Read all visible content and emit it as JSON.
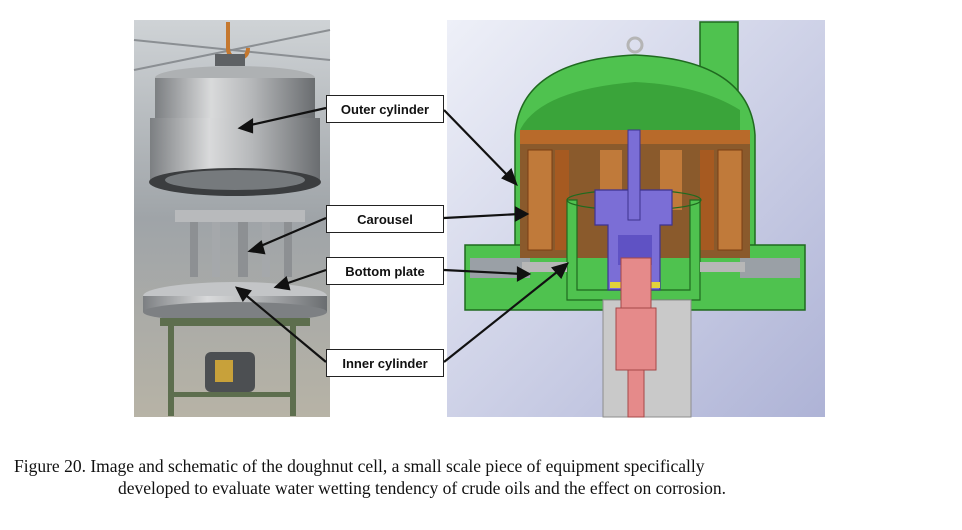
{
  "labels": {
    "outer_cylinder": "Outer cylinder",
    "carousel": "Carousel",
    "bottom_plate": "Bottom plate",
    "inner_cylinder": "Inner cylinder"
  },
  "caption": {
    "line1": "Figure 20. Image and schematic of the doughnut cell, a small scale piece of equipment specifically",
    "line2": "developed to evaluate water wetting tendency of crude oils and the effect on corrosion."
  },
  "colors": {
    "housing_green": "#4fc24f",
    "carousel_copper": "#b86a2a",
    "inner_blue": "#7b6ed6",
    "shaft_pink": "#e58a8a",
    "backdrop": "#c9cbe6"
  }
}
